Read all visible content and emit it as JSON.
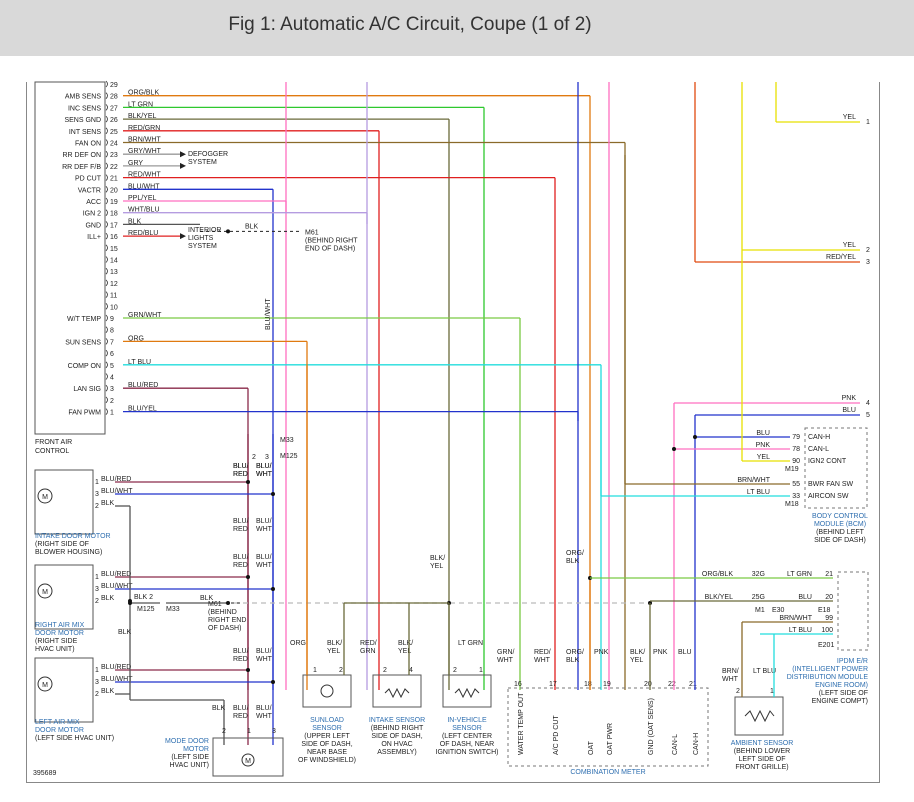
{
  "header": {
    "title": "Fig 1: Automatic A/C Circuit, Coupe (1 of 2)"
  },
  "colors": {
    "org": "#e07a10",
    "lt_grn": "#2ec82e",
    "blk": "#555555",
    "red": "#e02020",
    "brn": "#8a6a2a",
    "gry": "#9a9a9a",
    "blu": "#2233cc",
    "ppl": "#b59ce0",
    "pnk": "#ff6fc0",
    "yel": "#e8e000",
    "lt_blu": "#22dddd",
    "grn_wht": "#7ac943",
    "red_yel": "#e04a10",
    "blk_yel": "#6a6a3a",
    "dash": "#bbbbbb",
    "label_blue": "#2f6fb0"
  },
  "front_air_control": {
    "title": "FRONT AIR",
    "subtitle": "CONTROL",
    "pins": [
      {
        "num": "29",
        "label": "",
        "wire": ""
      },
      {
        "num": "28",
        "label": "AMB SENS",
        "wire": "ORG/BLK"
      },
      {
        "num": "27",
        "label": "INC SENS",
        "wire": "LT GRN"
      },
      {
        "num": "26",
        "label": "SENS GND",
        "wire": "BLK/YEL"
      },
      {
        "num": "25",
        "label": "INT SENS",
        "wire": "RED/GRN"
      },
      {
        "num": "24",
        "label": "FAN ON",
        "wire": "BRN/WHT"
      },
      {
        "num": "23",
        "label": "RR DEF ON",
        "wire": "GRY/WHT"
      },
      {
        "num": "22",
        "label": "RR DEF F/B",
        "wire": "GRY"
      },
      {
        "num": "21",
        "label": "PD CUT",
        "wire": "RED/WHT"
      },
      {
        "num": "20",
        "label": "VACTR",
        "wire": "BLU/WHT"
      },
      {
        "num": "19",
        "label": "ACC",
        "wire": "PPL/YEL"
      },
      {
        "num": "18",
        "label": "IGN 2",
        "wire": "WHT/BLU"
      },
      {
        "num": "17",
        "label": "GND",
        "wire": "BLK"
      },
      {
        "num": "16",
        "label": "ILL+",
        "wire": "RED/BLU"
      },
      {
        "num": "15",
        "label": "",
        "wire": ""
      },
      {
        "num": "14",
        "label": "",
        "wire": ""
      },
      {
        "num": "13",
        "label": "",
        "wire": ""
      },
      {
        "num": "12",
        "label": "",
        "wire": ""
      },
      {
        "num": "11",
        "label": "",
        "wire": ""
      },
      {
        "num": "10",
        "label": "",
        "wire": ""
      },
      {
        "num": "9",
        "label": "W/T TEMP",
        "wire": "GRN/WHT"
      },
      {
        "num": "8",
        "label": "",
        "wire": ""
      },
      {
        "num": "7",
        "label": "SUN SENS",
        "wire": "ORG"
      },
      {
        "num": "6",
        "label": "",
        "wire": ""
      },
      {
        "num": "5",
        "label": "COMP ON",
        "wire": "LT BLU"
      },
      {
        "num": "4",
        "label": "",
        "wire": ""
      },
      {
        "num": "3",
        "label": "LAN SIG",
        "wire": "BLU/RED"
      },
      {
        "num": "2",
        "label": "",
        "wire": ""
      },
      {
        "num": "1",
        "label": "FAN PWM",
        "wire": "BLU/YEL"
      }
    ]
  },
  "defogger": [
    "DEFOGGER",
    "SYSTEM"
  ],
  "interior_lights": [
    "INTERIOR",
    "LIGHTS",
    "SYSTEM"
  ],
  "ground_m61_top": [
    "M61",
    "(BEHIND RIGHT",
    "END OF DASH)"
  ],
  "ground_blk": "BLK",
  "vertical_blu_wht": "BLU/WHT",
  "connectors": {
    "m33": "M33",
    "m125": "M125",
    "pin2": "2",
    "pin3": "3",
    "blu_red": [
      "BLU/",
      "RED"
    ],
    "blu_wht": [
      "BLU/",
      "WHT"
    ]
  },
  "intake_door_motor": {
    "name": [
      "INTAKE DOOR MOTOR"
    ],
    "location": [
      "(RIGHT SIDE OF",
      "BLOWER HOUSING)"
    ],
    "pins": [
      {
        "n": "1",
        "w": "BLU/RED"
      },
      {
        "n": "3",
        "w": "BLU/WHT"
      },
      {
        "n": "2",
        "w": "BLK"
      }
    ]
  },
  "right_mix_motor": {
    "name": [
      "RIGHT AIR MIX",
      "DOOR MOTOR"
    ],
    "location": [
      "(RIGHT SIDE",
      "HVAC UNIT)"
    ],
    "pins": [
      {
        "n": "1",
        "w": "BLU/RED"
      },
      {
        "n": "3",
        "w": "BLU/WHT"
      },
      {
        "n": "2",
        "w": "BLK"
      }
    ]
  },
  "left_mix_motor": {
    "name": [
      "LEFT AIR MIX",
      "DOOR MOTOR"
    ],
    "location": [
      "(LEFT SIDE HVAC UNIT)"
    ],
    "pins": [
      {
        "n": "1",
        "w": "BLU/RED"
      },
      {
        "n": "3",
        "w": "BLU/WHT"
      },
      {
        "n": "2",
        "w": "BLK"
      }
    ]
  },
  "mode_door_motor": {
    "name": [
      "MODE DOOR",
      "MOTOR"
    ],
    "location": [
      "(LEFT SIDE",
      "HVAC UNIT)"
    ],
    "pins": [
      "2",
      "1",
      "3"
    ],
    "wires": [
      "BLK",
      "BLU/RED",
      "BLU/WHT"
    ]
  },
  "mid_ground": {
    "blk2": "BLK 2",
    "m125": "M125",
    "m33": "M33",
    "blk": "BLK",
    "m61": [
      "M61",
      "(BEHIND",
      "RIGHT END",
      "OF DASH)"
    ],
    "blk_vertical": "BLK"
  },
  "sunload_sensor": {
    "name": [
      "SUNLOAD",
      "SENSOR"
    ],
    "location": [
      "(UPPER LEFT",
      "SIDE OF DASH,",
      "NEAR BASE",
      "OF WINDSHIELD)"
    ],
    "pins": [
      "1",
      "2"
    ],
    "wires": [
      "ORG",
      "BLK/YEL"
    ]
  },
  "intake_sensor": {
    "name": [
      "INTAKE SENSOR"
    ],
    "location": [
      "(BEHIND RIGHT",
      "SIDE OF DASH,",
      "ON HVAC",
      "ASSEMBLY)"
    ],
    "pins": [
      "2",
      "4"
    ],
    "wires": [
      "RED/GRN",
      "BLK/YEL"
    ]
  },
  "in_vehicle_sensor": {
    "name": [
      "IN-VEHICLE",
      "SENSOR"
    ],
    "location": [
      "(LEFT CENTER",
      "OF DASH, NEAR",
      "IGNITION SWITCH)"
    ],
    "pins": [
      "2",
      "1"
    ],
    "wires": [
      "BLK/YEL",
      "LT GRN"
    ]
  },
  "combination_meter": {
    "name": "COMBINATION METER",
    "pins": [
      "16",
      "17",
      "18",
      "19",
      "20",
      "22",
      "21"
    ],
    "labels": [
      "WATER TEMP OUT",
      "A/C PD CUT",
      "OAT",
      "OAT PWR",
      "GND (OAT SENS)",
      "CAN-L",
      "CAN-H"
    ],
    "wires": [
      "GRN/WHT",
      "RED/WHT",
      "ORG/BLK",
      "PNK",
      "BLK/YEL",
      "PNK",
      "BLU"
    ]
  },
  "bcm": {
    "name": [
      "BODY CONTROL",
      "MODULE (BCM)"
    ],
    "location": [
      "(BEHIND LEFT",
      "SIDE OF DASH)"
    ],
    "rows": [
      {
        "wire": "BLU",
        "pin": "79",
        "label": "CAN-H"
      },
      {
        "wire": "PNK",
        "pin": "78",
        "label": "CAN-L"
      },
      {
        "wire": "YEL",
        "pin": "90",
        "label": "IGN2 CONT"
      },
      {
        "wire": "BRN/WHT",
        "pin": "55",
        "label": "BWR FAN SW"
      },
      {
        "wire": "LT BLU",
        "pin": "33",
        "label": "AIRCON SW"
      }
    ],
    "connectors": [
      "M19",
      "M18"
    ]
  },
  "ipdm": {
    "name": [
      "IPDM E/R",
      "(INTELLIGENT POWER",
      "DISTRIBUTION MODULE",
      "ENGINE ROOM)"
    ],
    "location": [
      "(LEFT SIDE OF",
      "ENGINE COMPT)"
    ],
    "rows": [
      {
        "wire_l": "ORG/BLK",
        "pin_l": "32G",
        "wire_r": "LT GRN",
        "pin_r": "21"
      },
      {
        "wire_l": "BLK/YEL",
        "pin_l": "25G",
        "wire_r": "BLU",
        "pin_r": "20"
      },
      {
        "wire_l": "",
        "pin_l": "",
        "wire_r": "BRN/WHT",
        "pin_r": "99"
      },
      {
        "wire_l": "",
        "pin_l": "",
        "wire_r": "LT BLU",
        "pin_r": "100"
      }
    ],
    "connectors": [
      "M1",
      "E30",
      "E18",
      "E201"
    ]
  },
  "ambient_sensor": {
    "name": [
      "AMBIENT SENSOR"
    ],
    "location": [
      "(BEHIND LOWER",
      "LEFT SIDE OF",
      "FRONT GRILLE)"
    ],
    "pins": [
      "2",
      "1"
    ],
    "wires": [
      "BRN/WHT",
      "LT BLU"
    ]
  },
  "right_edge": [
    {
      "wire": "YEL",
      "ref": "1"
    },
    {
      "wire": "YEL",
      "ref": "2"
    },
    {
      "wire": "RED/YEL",
      "ref": "3"
    },
    {
      "wire": "PNK",
      "ref": "4"
    },
    {
      "wire": "BLU",
      "ref": "5"
    }
  ],
  "footer_code": "395689"
}
